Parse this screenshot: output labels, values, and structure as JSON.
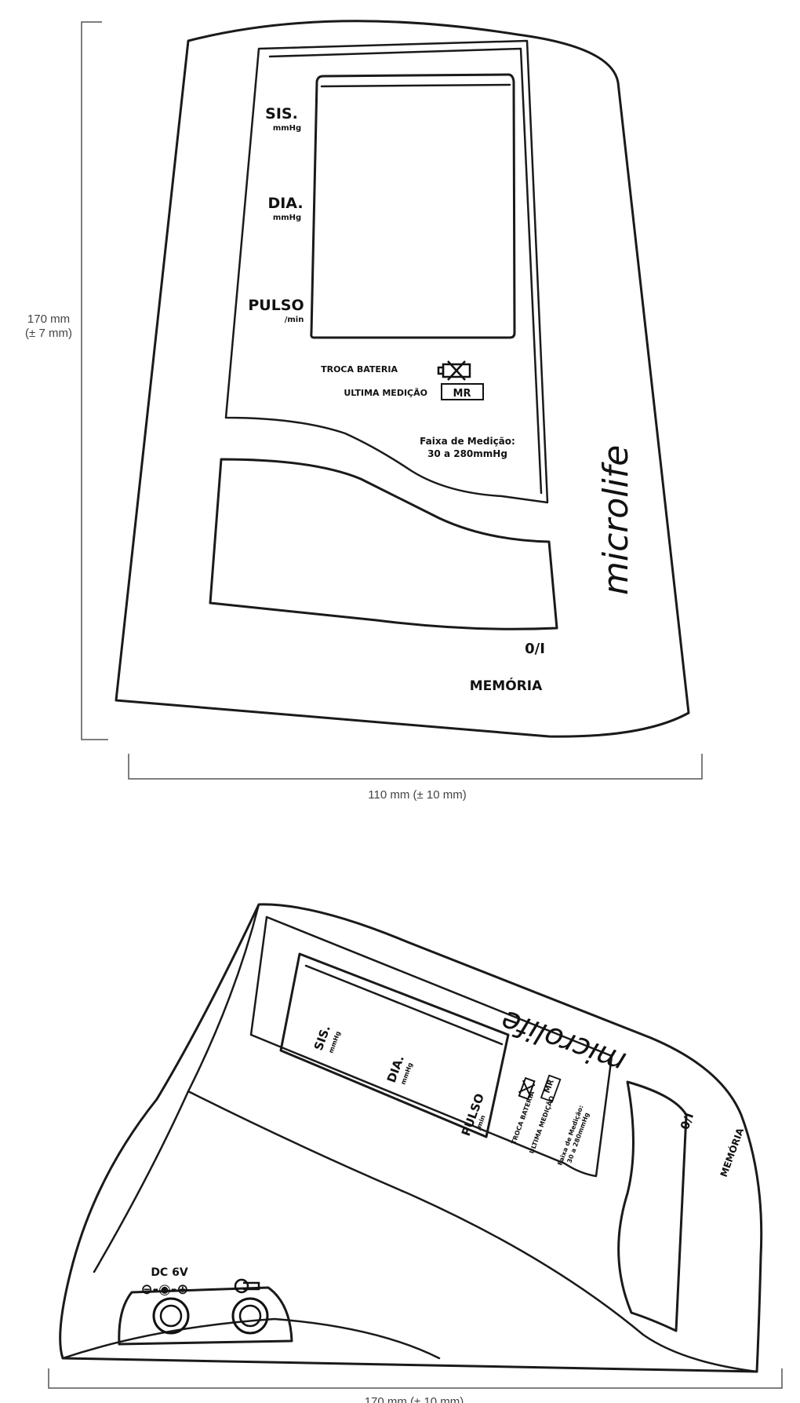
{
  "front_view": {
    "height_dimension": "170 mm",
    "height_tolerance": "(± 7 mm)",
    "width_dimension": "110 mm (± 10 mm)",
    "sis_label": "SIS.",
    "sis_unit": "mmHg",
    "dia_label": "DIA.",
    "dia_unit": "mmHg",
    "pulso_label": "PULSO",
    "pulso_unit": "/min",
    "troca_bateria": "TROCA BATERIA",
    "ultima_medicao": "ULTIMA MEDIÇÃO",
    "mr_badge": "MR",
    "faixa_title": "Faixa de Medição:",
    "faixa_range": "30 a 280mmHg",
    "brand": "microlife",
    "power_label": "0/I",
    "memoria_label": "MEMÓRIA"
  },
  "side_view": {
    "length_dimension": "170 mm (± 10 mm)",
    "brand": "microlife",
    "sis_label": "SIS.",
    "sis_unit": "mmHg",
    "dia_label": "DIA.",
    "dia_unit": "mmHg",
    "pulso_label": "PULSO",
    "pulso_unit": "/min",
    "troca_bateria": "TROCA BATERIA",
    "ultima_medicao": "ULTIMA MEDIÇÃO",
    "mr_badge": "MR",
    "faixa_title": "Faixa de Medição:",
    "faixa_range": "30 a 280mmHg",
    "power_label": "0/I",
    "memoria_label": "MEMÓRIA",
    "dc_label": "DC 6V",
    "dc_polarity": "⊖-◉-⊕"
  },
  "icons": [
    "battery-crossed-icon",
    "cuff-connector-icon",
    "dc-jack-icon"
  ]
}
